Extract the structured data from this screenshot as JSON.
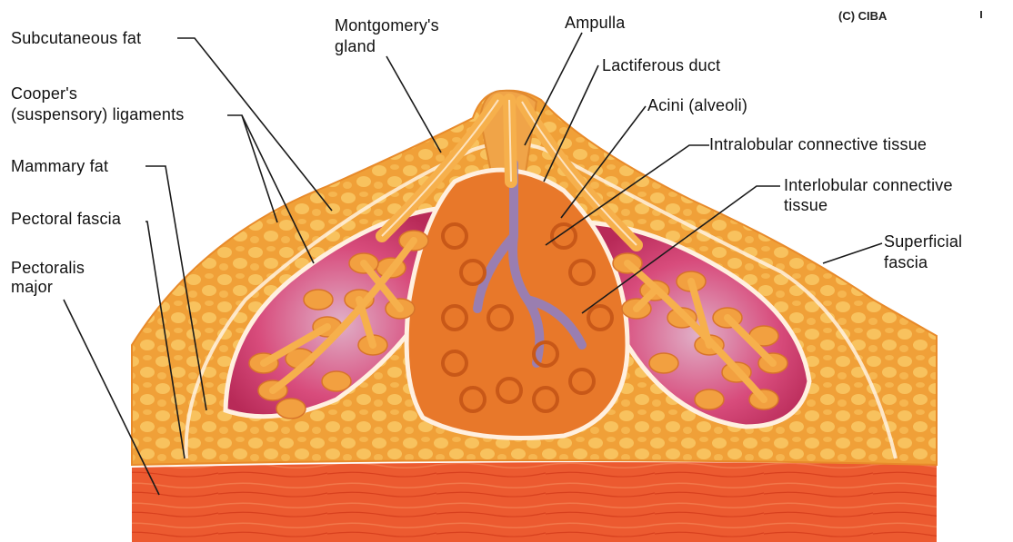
{
  "labels": {
    "subcutaneous_fat": "Subcutaneous fat",
    "coopers_line1": "Cooper's",
    "coopers_line2": "(suspensory) ligaments",
    "mammary_fat": "Mammary fat",
    "pectoral_fascia": "Pectoral fascia",
    "pectoralis_line1": "Pectoralis",
    "pectoralis_line2": "major",
    "montgomery_line1": "Montgomery's",
    "montgomery_line2": "gland",
    "ampulla": "Ampulla",
    "lactiferous_duct": "Lactiferous duct",
    "acini": "Acini (alveoli)",
    "intralobular": "Intralobular connective tissue",
    "interlobular_line1": "Interlobular connective",
    "interlobular_line2": "tissue",
    "superficial_line1": "Superficial",
    "superficial_line2": "fascia"
  },
  "copyright": "(C) CIBA",
  "colors": {
    "fat": "#F2A23A",
    "fat_light": "#F8C060",
    "muscle": "#E8502C",
    "muscle_dark": "#C8381C",
    "lobule_bg": "#D9386A",
    "gland": "#E8782A",
    "duct_center": "#8C7FC8",
    "fascia": "#FFF2E0",
    "leader": "#1a1a1a"
  }
}
